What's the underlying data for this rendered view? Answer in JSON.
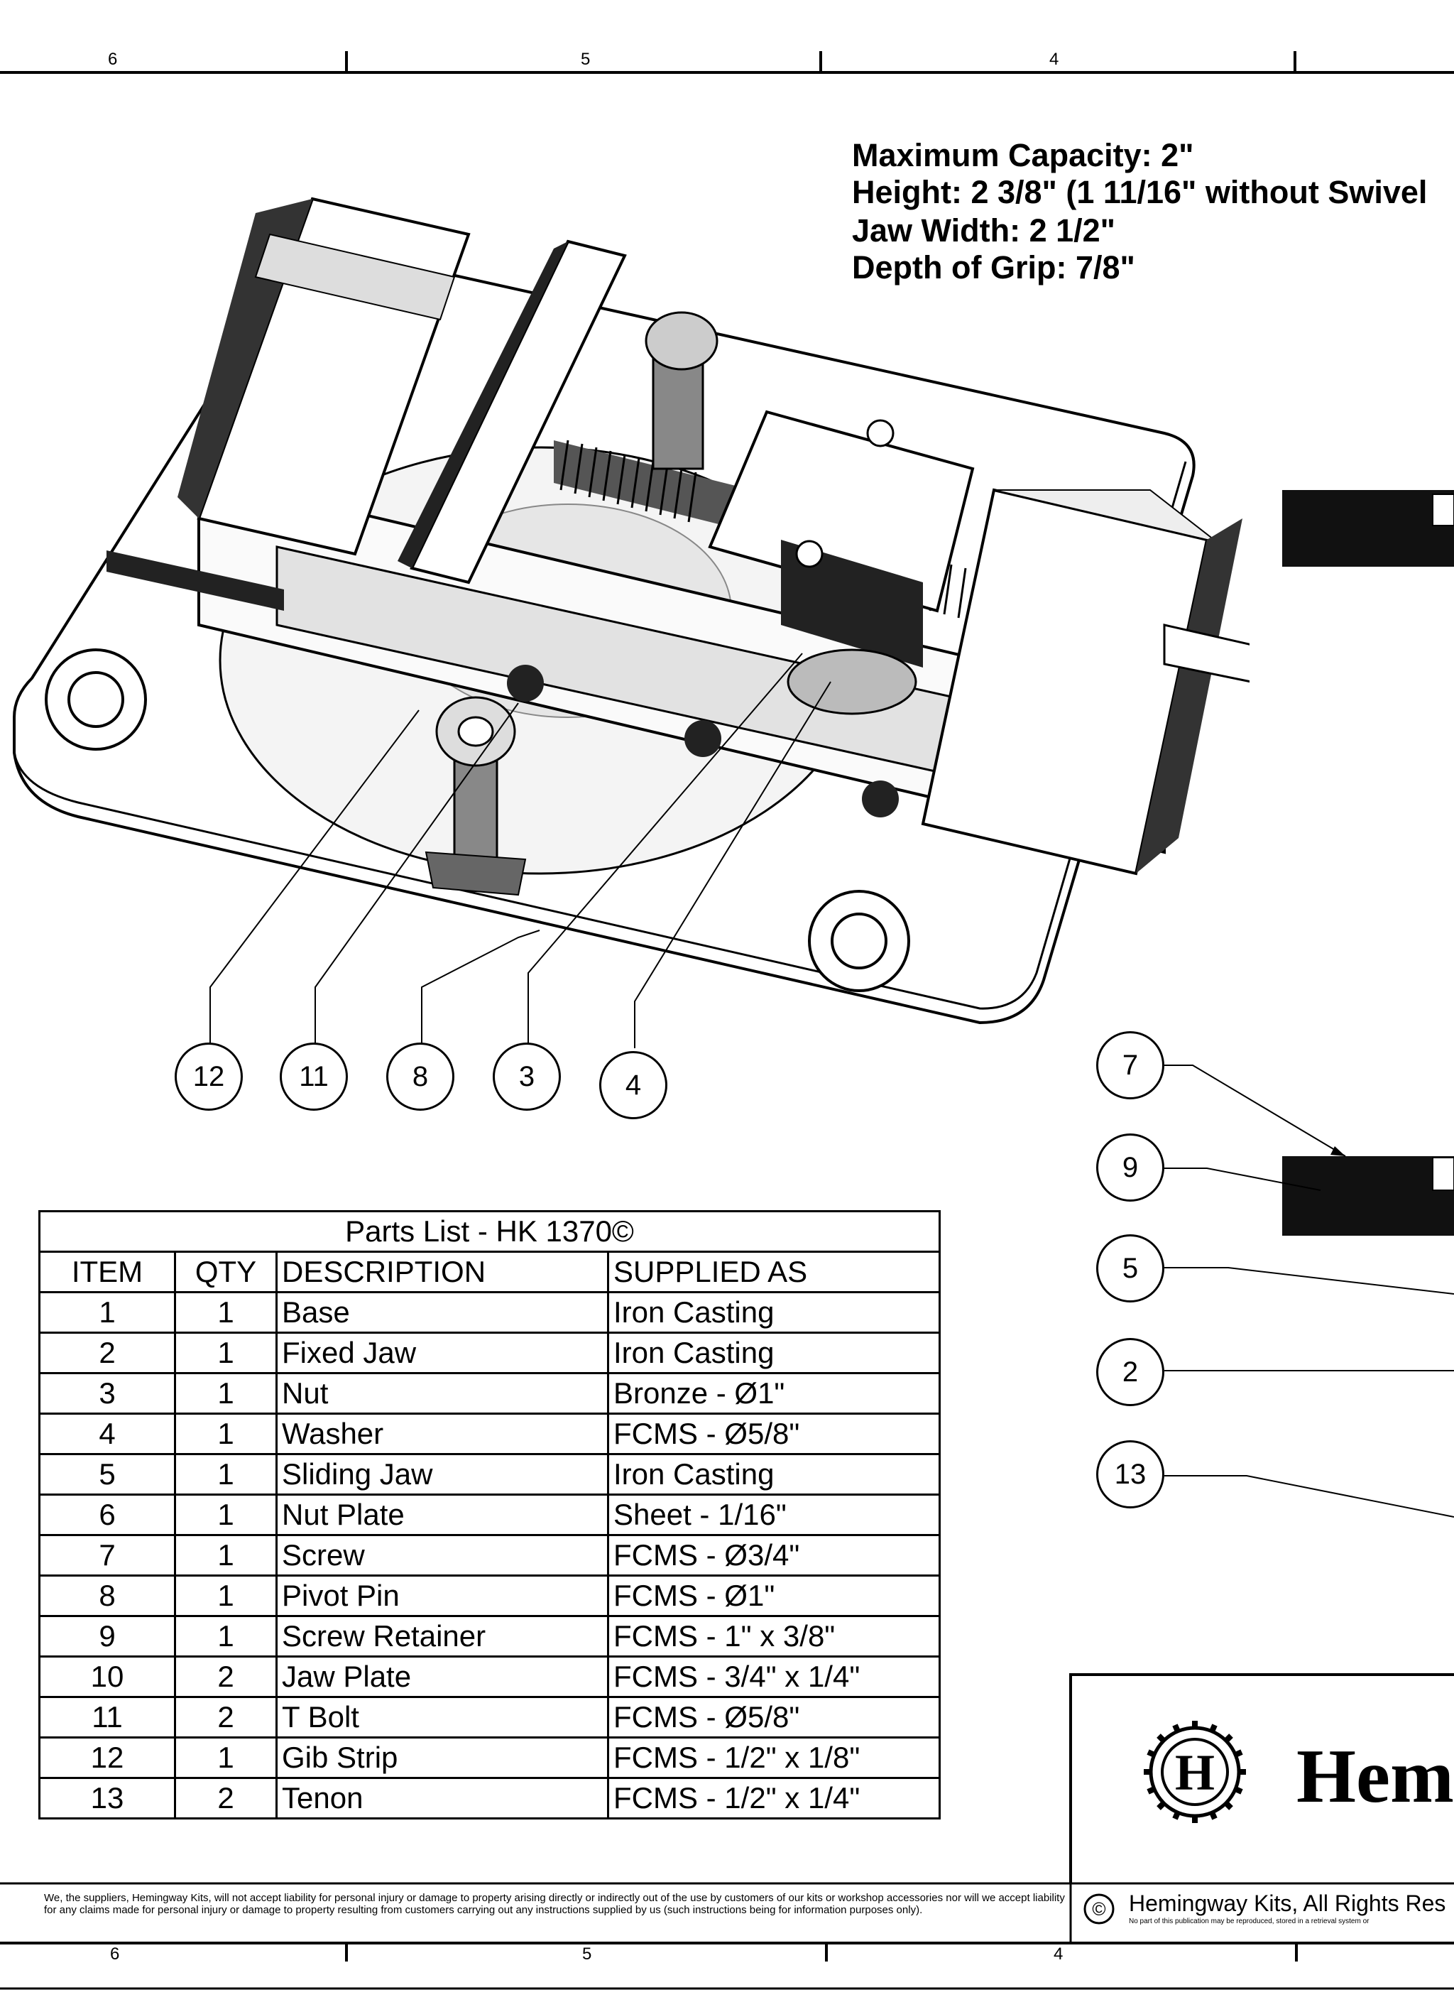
{
  "border": {
    "top_zones": [
      "6",
      "5",
      "4"
    ],
    "bottom_zones": [
      "6",
      "5",
      "4"
    ]
  },
  "specs": [
    "Maximum Capacity:  2\"",
    "Height: 2 3/8\" (1 11/16\" without Swivel",
    "Jaw Width: 2 1/2\"",
    "Depth of Grip: 7/8\""
  ],
  "callouts": {
    "bottom_row": [
      "12",
      "11",
      "8",
      "3",
      "4"
    ],
    "right_column": [
      "7",
      "9",
      "5",
      "2",
      "13"
    ]
  },
  "parts_list": {
    "title": "Parts List - HK 1370©",
    "headers": [
      "ITEM",
      "QTY",
      "DESCRIPTION",
      "SUPPLIED AS"
    ],
    "rows": [
      [
        "1",
        "1",
        "Base",
        "Iron Casting"
      ],
      [
        "2",
        "1",
        "Fixed Jaw",
        "Iron Casting"
      ],
      [
        "3",
        "1",
        "Nut",
        "Bronze - Ø1\""
      ],
      [
        "4",
        "1",
        "Washer",
        "FCMS - Ø5/8\""
      ],
      [
        "5",
        "1",
        "Sliding Jaw",
        "Iron Casting"
      ],
      [
        "6",
        "1",
        "Nut Plate",
        "Sheet - 1/16\""
      ],
      [
        "7",
        "1",
        "Screw",
        "FCMS - Ø3/4\""
      ],
      [
        "8",
        "1",
        "Pivot Pin",
        "FCMS - Ø1\""
      ],
      [
        "9",
        "1",
        "Screw Retainer",
        "FCMS - 1\" x 3/8\""
      ],
      [
        "10",
        "2",
        "Jaw Plate",
        "FCMS - 3/4\" x 1/4\""
      ],
      [
        "11",
        "2",
        "T Bolt",
        "FCMS - Ø5/8\""
      ],
      [
        "12",
        "1",
        "Gib Strip",
        "FCMS - 1/2\" x 1/8\""
      ],
      [
        "13",
        "2",
        "Tenon",
        "FCMS - 1/2\" x 1/4\""
      ]
    ]
  },
  "title_block": {
    "logo_letter": "H",
    "brand_text": "Hemi",
    "copyright_symbol": "©",
    "copyright": "Hemingway Kits, All Rights Res",
    "copyright_small": "No part of this publication may be reproduced, stored in a retrieval system or"
  },
  "disclaimer": "We, the suppliers, Hemingway Kits, will not accept liability for personal injury or damage to property arising directly or indirectly out of the use by customers of our kits or workshop accessories nor will we accept liability for any claims made for personal injury or damage to property resulting from customers carrying out any instructions supplied by us (such instructions being for information purposes only)."
}
